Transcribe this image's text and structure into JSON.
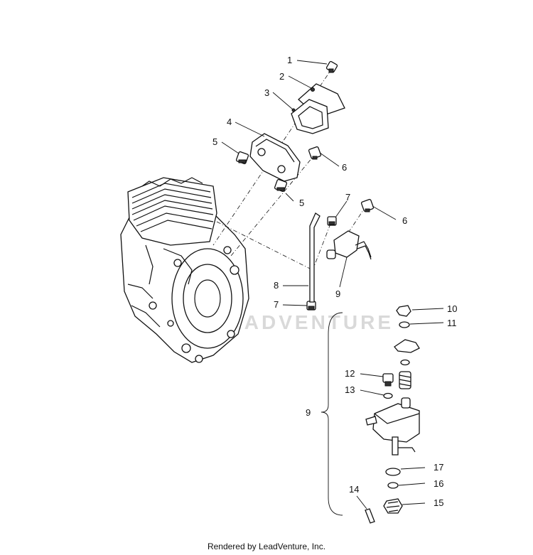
{
  "watermark": "LEADVENTURE",
  "footer": "Rendered by LeadVenture, Inc.",
  "callouts": {
    "c1": "1",
    "c2": "2",
    "c3": "3",
    "c4": "4",
    "c5a": "5",
    "c5b": "5",
    "c6a": "6",
    "c6b": "6",
    "c7a": "7",
    "c7b": "7",
    "c8": "8",
    "c9a": "9",
    "c9b": "9",
    "c10": "10",
    "c11": "11",
    "c12": "12",
    "c13": "13",
    "c14": "14",
    "c15": "15",
    "c16": "16",
    "c17": "17"
  }
}
